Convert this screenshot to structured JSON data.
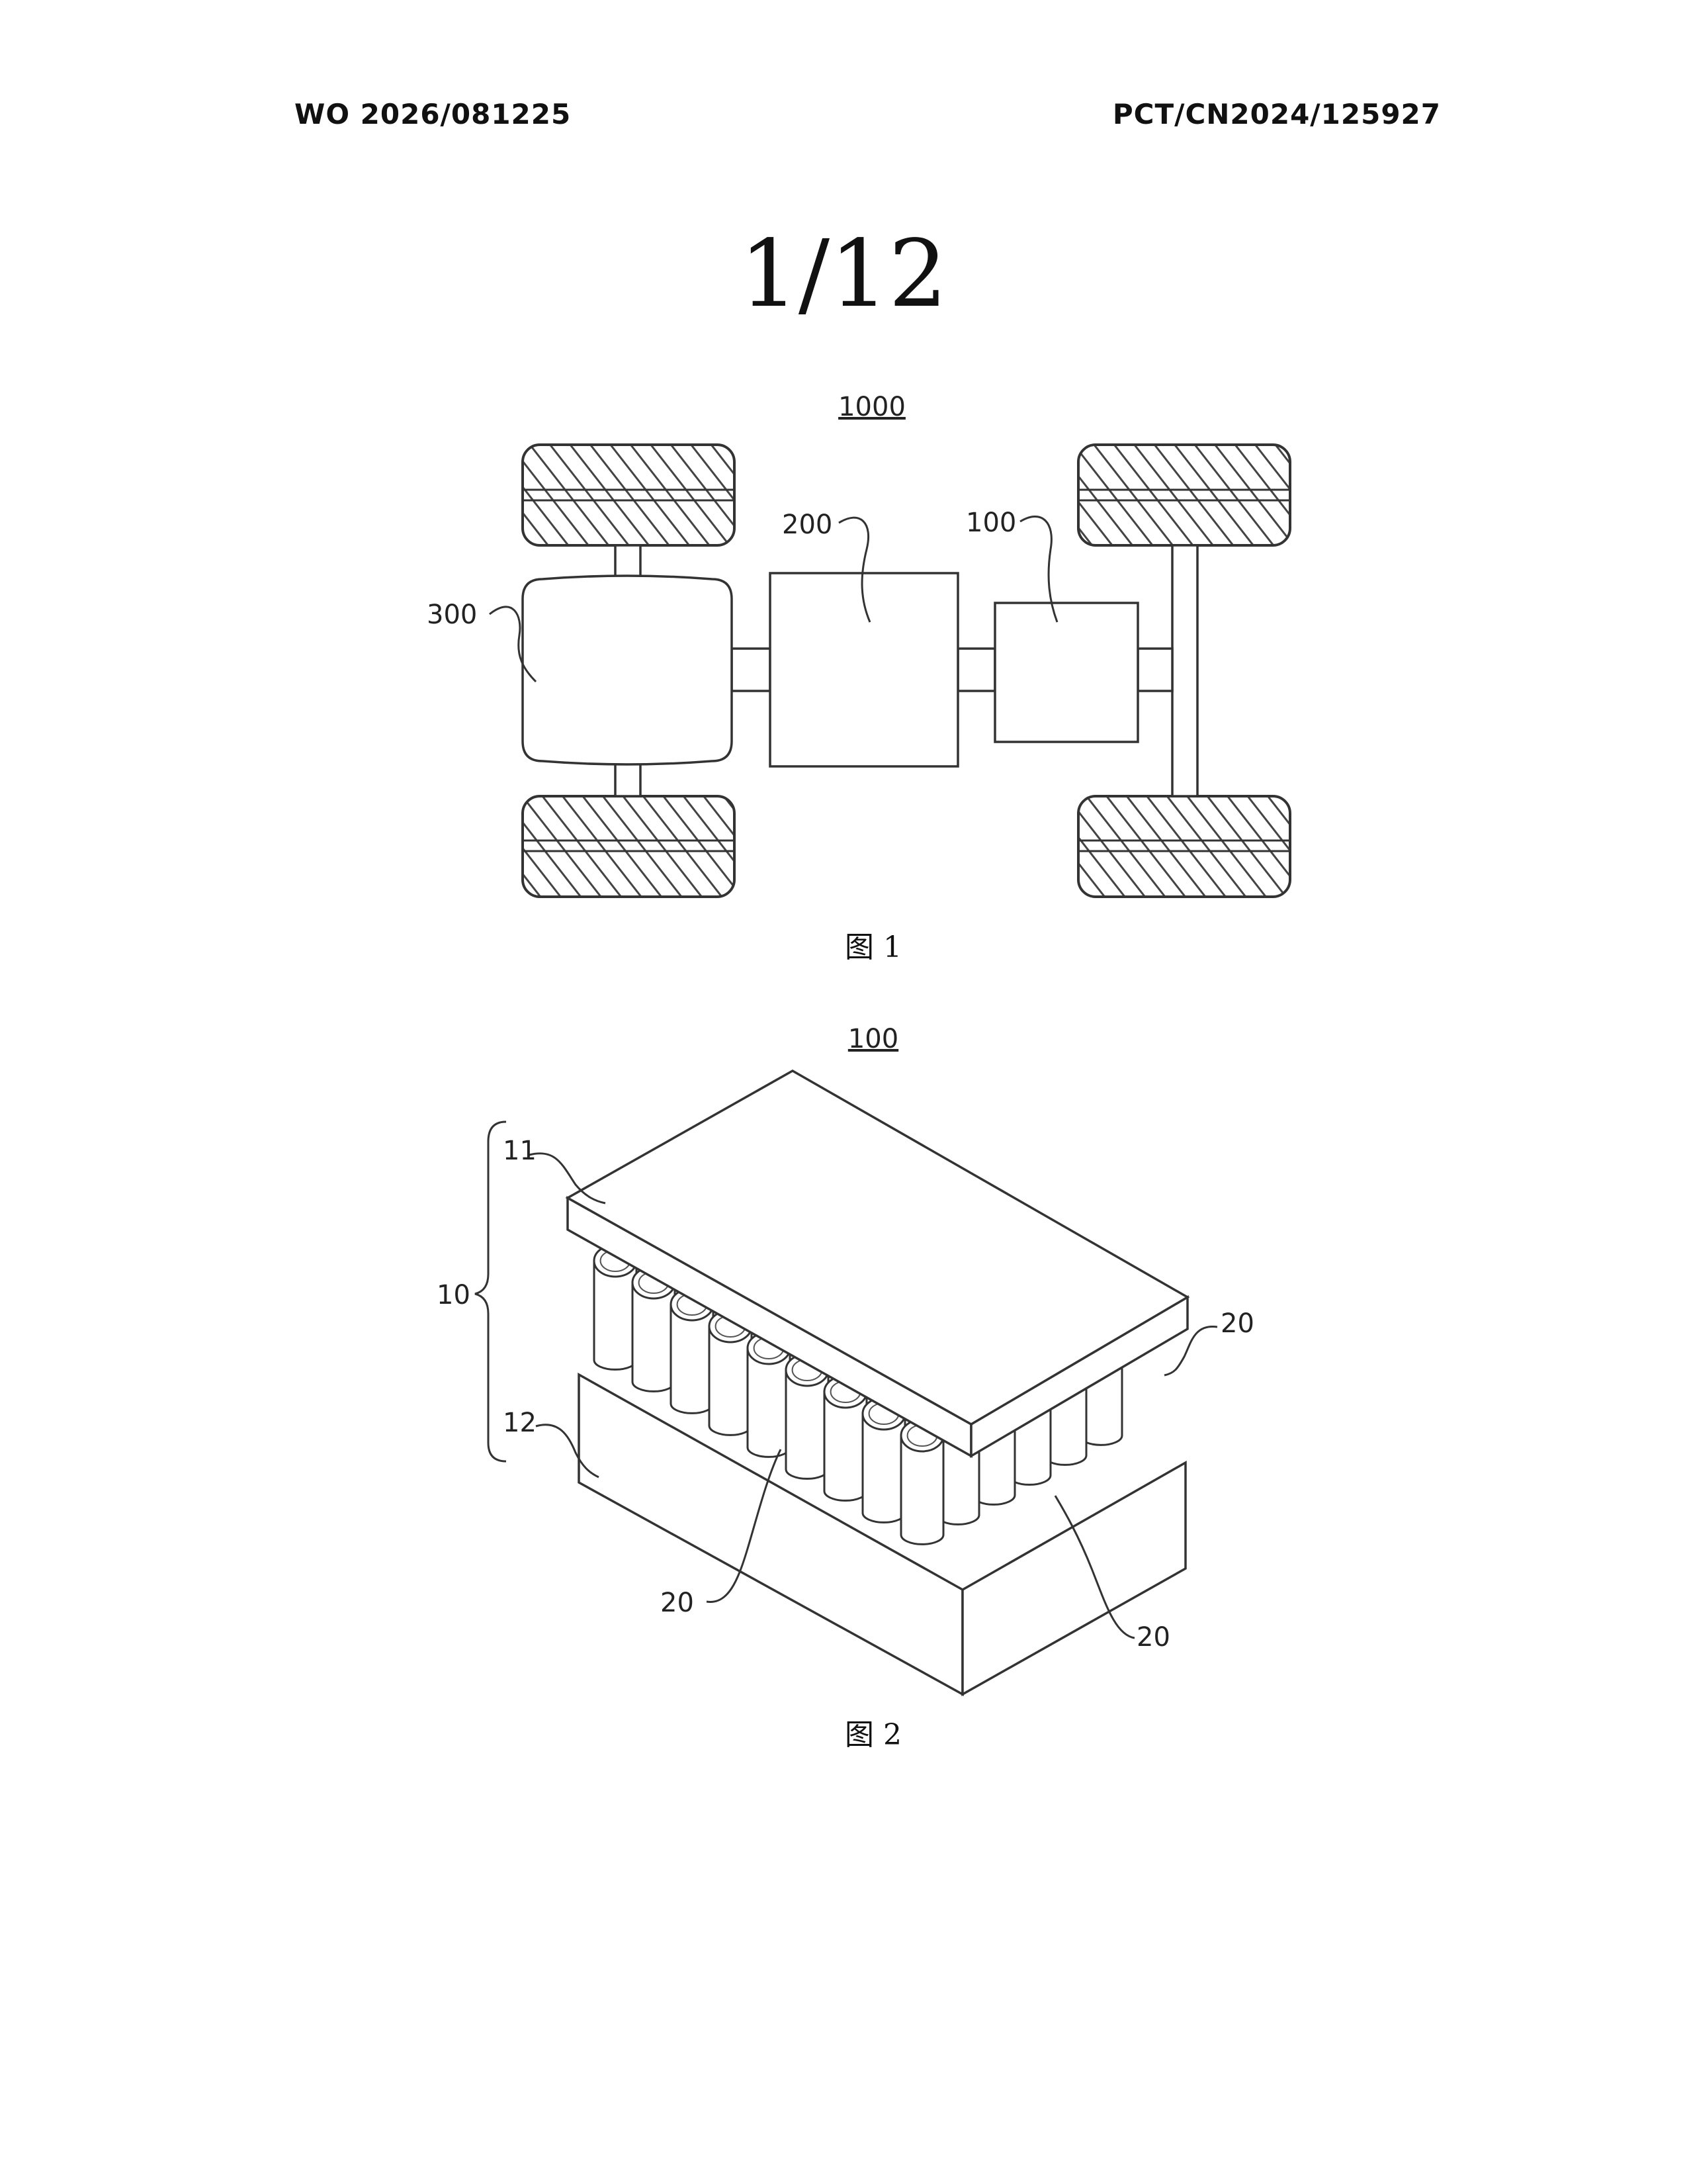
{
  "header": {
    "publication_number": "WO 2026/081225",
    "application_number": "PCT/CN2024/125927"
  },
  "sheet_number": "1/12",
  "figure1": {
    "caption": "图 1",
    "title_ref": "1000",
    "labels": {
      "motor": "300",
      "controller": "200",
      "battery": "100"
    }
  },
  "figure2": {
    "caption": "图 2",
    "title_ref": "100",
    "labels": {
      "box": "10",
      "cover": "11",
      "base": "12",
      "cell_right": "20",
      "cell_left": "20",
      "cell_center": "20"
    }
  }
}
